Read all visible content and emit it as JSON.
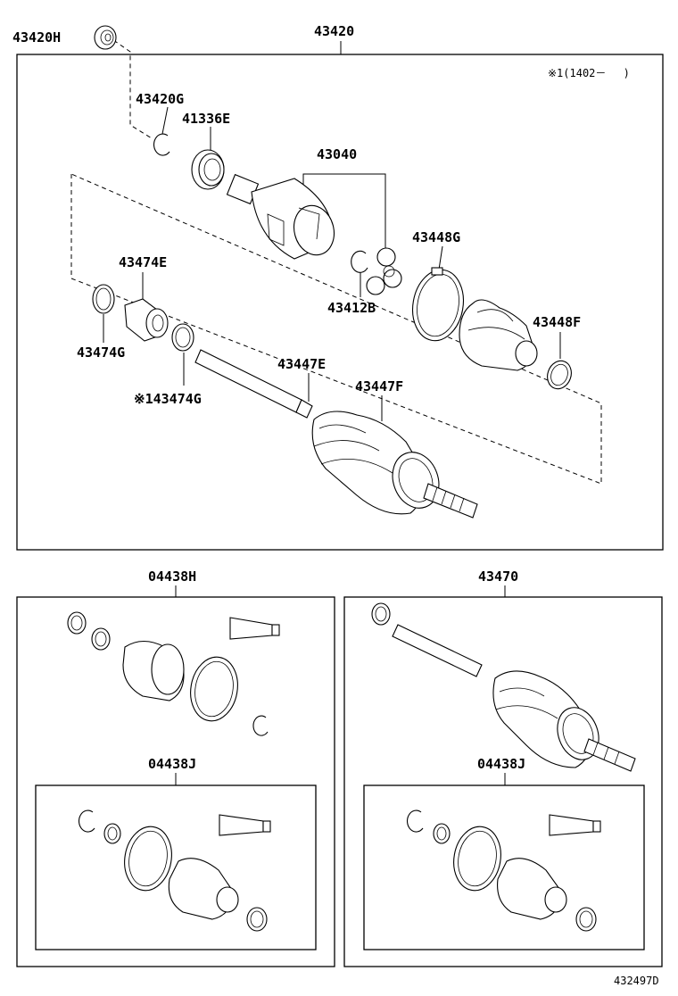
{
  "labels": {
    "p43420H": "43420H",
    "p43420": "43420",
    "p43420G": "43420G",
    "p41336E": "41336E",
    "p43040": "43040",
    "p43474E": "43474E",
    "p43448G": "43448G",
    "p43412B": "43412B",
    "p43448F": "43448F",
    "p43474G": "43474G",
    "p43474G_note": "※143474G",
    "p43447E": "43447E",
    "p43447F": "43447F",
    "p04438H": "04438H",
    "p43470": "43470",
    "p04438J_left": "04438J",
    "p04438J_right": "04438J"
  },
  "note_text": "※1(1402－　 )",
  "diagram_ref": "432497D"
}
